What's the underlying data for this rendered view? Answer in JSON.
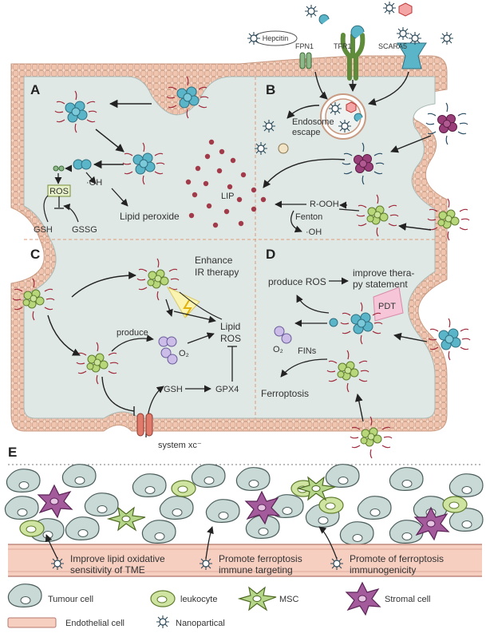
{
  "panels": {
    "a": "A",
    "b": "B",
    "c": "C",
    "d": "D",
    "e": "E"
  },
  "receptors": {
    "hepcitin": "Hepcitin",
    "fpn1": "FPN1",
    "tfr1": "TFR1",
    "scara5": "SCARA5"
  },
  "panel_a": {
    "ros": "ROS",
    "oh": "·OH",
    "gsh": "GSH",
    "gssg": "GSSG",
    "lipid_peroxide": "Lipid peroxide"
  },
  "panel_b": {
    "endosome_escape_1": "Endosome",
    "endosome_escape_2": "escape",
    "lip": "LIP",
    "rooh": "R-OOH",
    "fenton": "Fenton",
    "oh": "·OH"
  },
  "panel_c": {
    "enhance_1": "Enhance",
    "enhance_2": "IR therapy",
    "produce": "produce",
    "o2": "O₂",
    "lipid": "Lipid",
    "ros": "ROS",
    "gsh": "GSH",
    "gpx4": "GPX4",
    "system_xc": "system xc⁻"
  },
  "panel_d": {
    "produce_ros": "produce ROS",
    "improve_1": "improve thera-",
    "improve_2": "py statement",
    "pdt": "PDT",
    "o2": "O₂",
    "fins": "FINs",
    "ferroptosis": "Ferroptosis"
  },
  "panel_e": {
    "label1_line1": "Improve lipid oxidative",
    "label1_line2": "sensitivity of TME",
    "label2_line1": "Promote ferroptosis",
    "label2_line2": "immune targeting",
    "label3_line1": "Promote of ferroptosis",
    "label3_line2": "immunogenicity"
  },
  "legend": {
    "tumour": "Tumour cell",
    "leukocyte": "leukocyte",
    "msc": "MSC",
    "stromal": "Stromal cell",
    "endothelial": "Endothelial cell",
    "nano": "Nanopartical"
  },
  "colors": {
    "cell_fill": "#dfe8e4",
    "membrane": "#f0c9b5",
    "membrane_stroke": "#c99a82",
    "nano_teal": "#5bb5c9",
    "nano_green": "#a9cf6a",
    "nano_purple": "#9b3f7a",
    "iron_dot": "#a33a4a",
    "tumour_cell": "#c9d9d6",
    "leukocyte": "#cfe4a0",
    "msc": "#b6d68a",
    "stromal": "#a35b9c",
    "vessel": "#f3c4b5"
  }
}
